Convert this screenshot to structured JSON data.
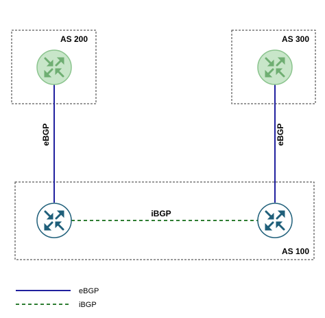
{
  "autonomous_systems": {
    "as200": {
      "label": "AS 200"
    },
    "as300": {
      "label": "AS 300"
    },
    "as100": {
      "label": "AS 100"
    }
  },
  "links": {
    "left_ebgp": {
      "label": "eBGP"
    },
    "right_ebgp": {
      "label": "eBGP"
    },
    "ibgp": {
      "label": "iBGP"
    }
  },
  "legend": {
    "items": [
      {
        "label": "eBGP",
        "style": "solid",
        "color": "#1f1f9e"
      },
      {
        "label": "iBGP",
        "style": "dashed",
        "color": "#2e7d32"
      }
    ]
  },
  "colors": {
    "ebgp_line": "#1f1f9e",
    "ibgp_line": "#2e7d32",
    "external_router_fill": "#c8e6c9",
    "external_router_stroke": "#8bc48e",
    "external_router_icon": "#6fae72",
    "internal_router_fill": "#ffffff",
    "internal_router_stroke": "#1f5f7a",
    "internal_router_icon": "#1f5f7a",
    "box_border": "#333333"
  },
  "icons": {
    "router": "router-arrows-icon"
  }
}
